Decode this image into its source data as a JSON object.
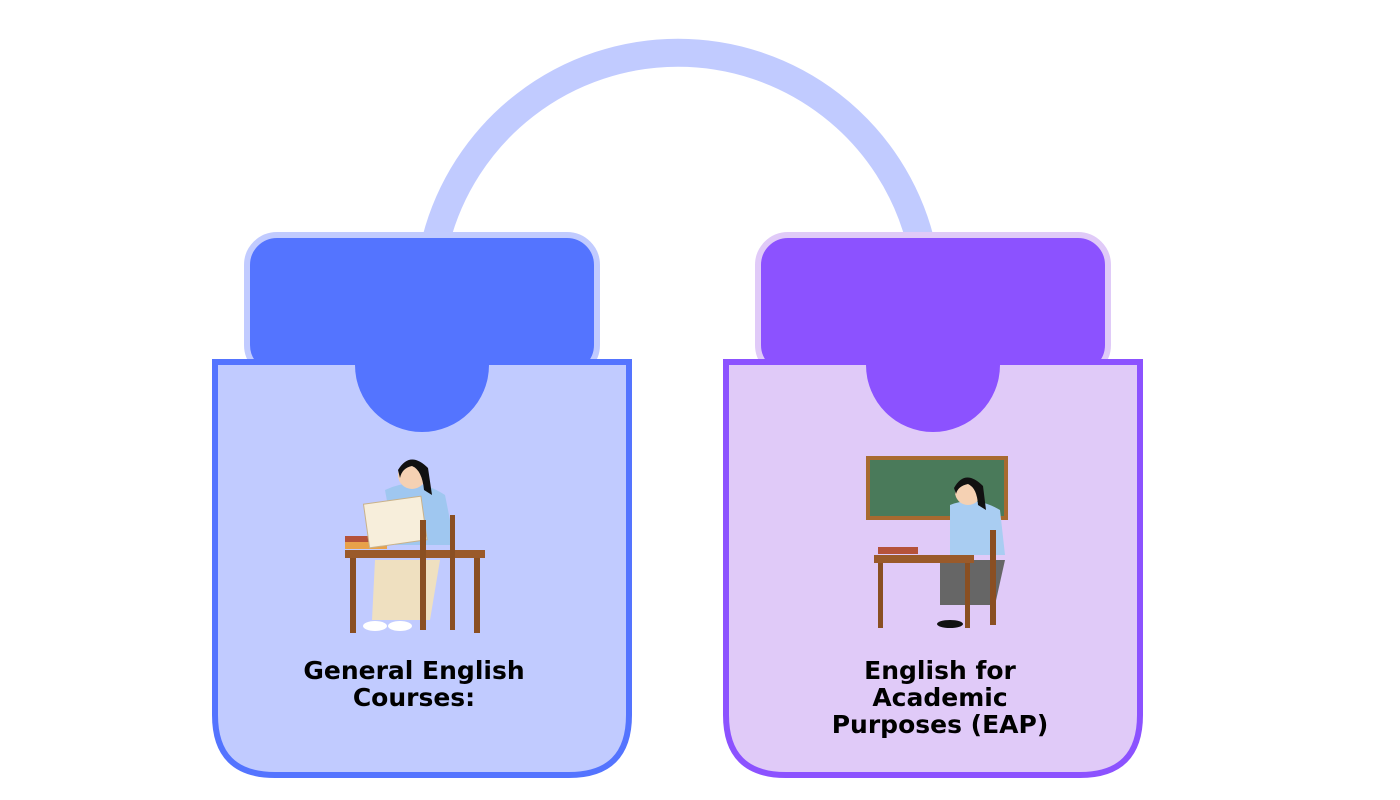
{
  "cards": [
    {
      "title": "General English Courses:",
      "title_lines": [
        "General English",
        "Courses:"
      ],
      "colors": {
        "tab": "#5474FF",
        "tab_border": "#C1CBFF",
        "body": "#C1CBFF",
        "border": "#5474FF"
      }
    },
    {
      "title": "English for Academic Purposes (EAP)",
      "title_lines": [
        "English for",
        "Academic",
        "Purposes (EAP)"
      ],
      "colors": {
        "tab": "#8C52FF",
        "tab_border": "#E0CAF8",
        "body": "#E0CAF8",
        "border": "#8C52FF"
      }
    }
  ],
  "connector_color": "#C1CBFF"
}
